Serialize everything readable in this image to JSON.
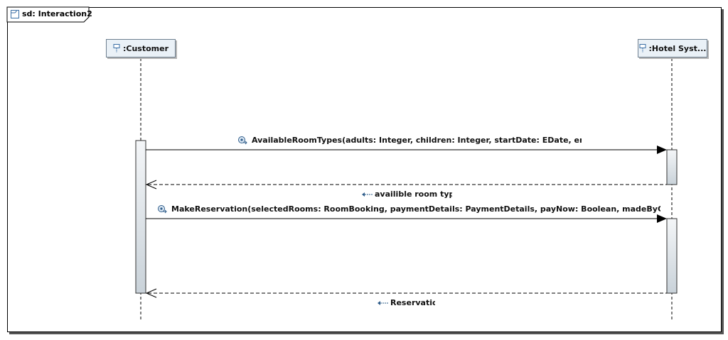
{
  "frame": {
    "title": "sd: Interaction2"
  },
  "lifelines": [
    {
      "id": "customer",
      "label": ":Customer",
      "icon": "lifeline-icon"
    },
    {
      "id": "hotel",
      "label": ":Hotel Syst...",
      "icon": "lifeline-icon"
    }
  ],
  "messages": [
    {
      "id": "m1",
      "kind": "call",
      "label": "AvailableRoomTypes(adults: Integer, children: Integer, startDate: EDate, endDate: E",
      "icon": "operation-icon"
    },
    {
      "id": "r1",
      "kind": "reply",
      "label": "availible room types",
      "icon": "reply-icon"
    },
    {
      "id": "m2",
      "kind": "call",
      "label": "MakeReservation(selectedRooms: RoomBooking, paymentDetails: PaymentDetails, payNow: Boolean, madeByCustomer: Bo",
      "icon": "operation-icon"
    },
    {
      "id": "r2",
      "kind": "reply",
      "label": "Reservation",
      "icon": "reply-icon"
    }
  ]
}
